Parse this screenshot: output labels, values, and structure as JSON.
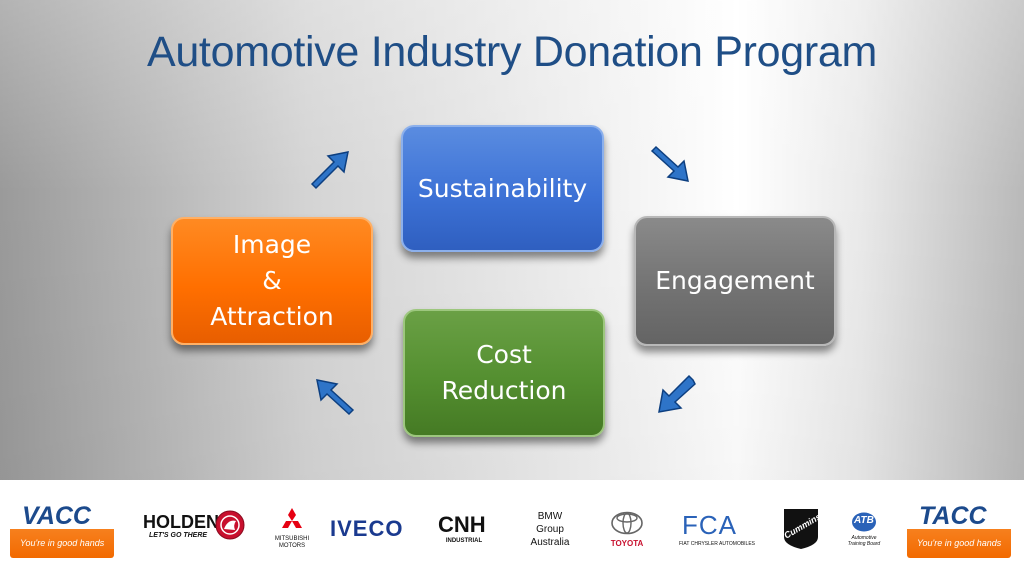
{
  "title": "Automotive Industry Donation Program",
  "boxes": {
    "sustainability": "Sustainability",
    "engagement": "Engagement",
    "cost_line1": "Cost",
    "cost_line2": "Reduction",
    "image_line1": "Image",
    "image_line2": "&",
    "image_line3": "Attraction"
  },
  "colors": {
    "title": "#1f4e86",
    "sustainability": "#3d72d6",
    "image_attraction": "#ff6f00",
    "engagement": "#737373",
    "cost_reduction": "#548f30",
    "arrow": "#2e74c8"
  },
  "logos": {
    "vacc": {
      "name": "VACC",
      "tagline": "You're in good hands"
    },
    "holden": {
      "name": "HOLDEN",
      "tagline": "LET'S GO THERE"
    },
    "mitsubishi": {
      "line1": "MITSUBISHI",
      "line2": "MOTORS"
    },
    "iveco": "IVECO",
    "cnh": {
      "name": "CNH",
      "sub": "INDUSTRIAL"
    },
    "bmw": {
      "line1": "BMW",
      "line2": "Group",
      "line3": "Australia"
    },
    "toyota": "TOYOTA",
    "fca": {
      "name": "FCA",
      "sub": "FIAT CHRYSLER AUTOMOBILES"
    },
    "cummins": "Cummins",
    "atb": {
      "name": "ATB",
      "sub": "Automotive Training Board"
    },
    "tacc": {
      "name": "TACC",
      "tagline": "You're in good hands"
    }
  }
}
